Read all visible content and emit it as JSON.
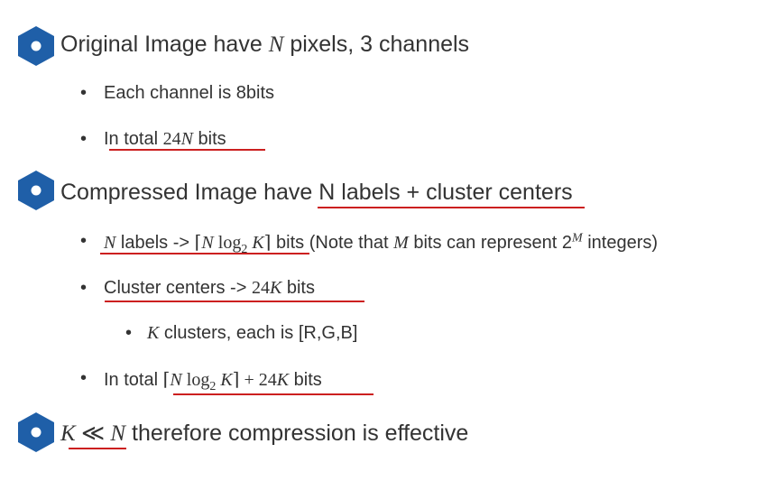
{
  "l1a": {
    "pre": "Original Image have ",
    "var": "N",
    "post": " pixels, 3 channels"
  },
  "l1a_b1": "Each channel is 8bits",
  "l1a_b2": {
    "pre": "In total ",
    "num": "24",
    "var": "N",
    "post": " bits"
  },
  "l1b": {
    "pre": "Compressed Image have ",
    "post": "N labels + cluster centers"
  },
  "l1b_b1": {
    "var": "N",
    "a": " labels -> ",
    "lb": "⌈",
    "nv": "N",
    "log": " log",
    "sub": "2",
    "kv": " K",
    "rb": "⌉",
    "b": " bits (Note that ",
    "mv": "M",
    "c": " bits can represent 2",
    "sup": "M",
    "d": " integers)"
  },
  "l1b_b2": {
    "pre": "Cluster centers -> ",
    "num": "24",
    "var": "K",
    "post": " bits"
  },
  "l1b_b2_sub": {
    "var": "K",
    "post": " clusters, each is [R,G,B]"
  },
  "l1b_b3": {
    "pre": "In total ",
    "lb": "⌈",
    "nv": "N",
    "log": " log",
    "sub": "2",
    "kv": " K",
    "rb": "⌉",
    "plus": " + 24",
    "kv2": "K",
    "post": " bits"
  },
  "l1c": {
    "var1": "K",
    "op": " ≪ ",
    "var2": "N",
    "post": " therefore compression is effective"
  },
  "bullet_char": "•",
  "colors": {
    "accent": "#1f5fa8",
    "underline": "#cc1f1f",
    "text": "#333333"
  },
  "icons": [
    "hexagon-bullet-icon",
    "hexagon-bullet-icon",
    "hexagon-bullet-icon"
  ]
}
